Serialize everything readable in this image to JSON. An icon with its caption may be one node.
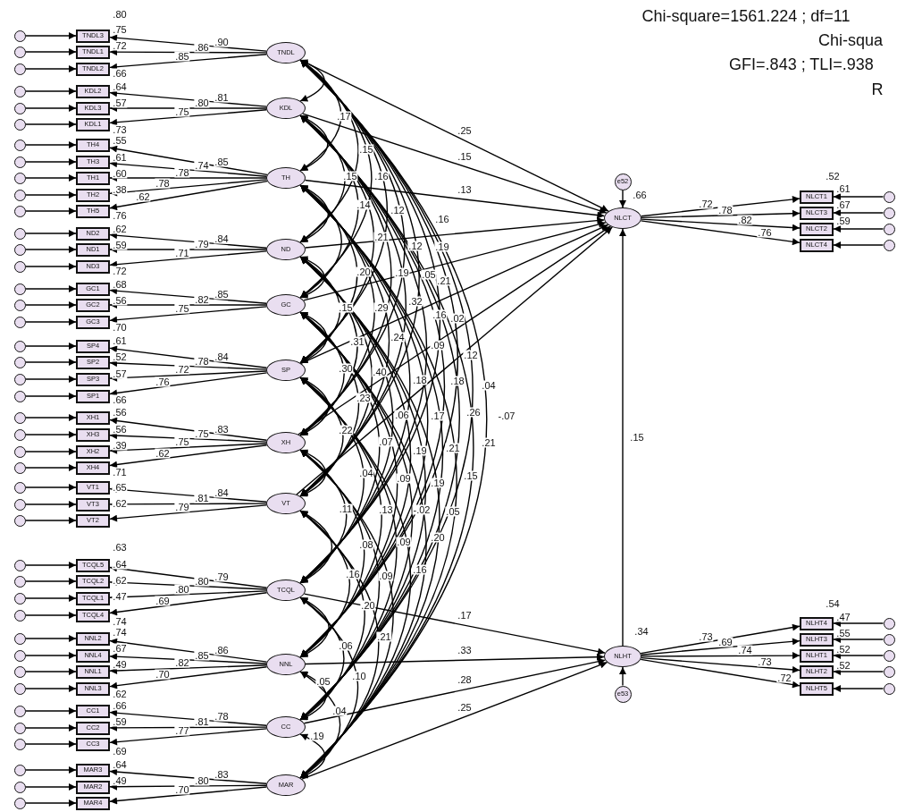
{
  "diagram": {
    "nodes": [
      {
        "text": [],
        "shape": "circle"
      },
      {
        "text": [],
        "shape": "circle"
      },
      {
        "text": [],
        "shape": "circle"
      },
      {
        "text": [],
        "shape": "circle"
      },
      {
        "text": [],
        "shape": "circle"
      },
      {
        "text": [],
        "shape": "circle"
      },
      {
        "text": [],
        "shape": "circle"
      },
      {
        "text": [],
        "shape": "circle"
      },
      {
        "text": [],
        "shape": "circle"
      },
      {
        "text": [],
        "shape": "circle"
      },
      {
        "text": [],
        "shape": "circle"
      },
      {
        "text": [],
        "shape": "circle"
      },
      {
        "text": [],
        "shape": "circle"
      },
      {
        "text": [],
        "shape": "circle"
      },
      {
        "text": [],
        "shape": "circle"
      },
      {
        "text": [],
        "shape": "circle"
      },
      {
        "text": [],
        "shape": "circle"
      },
      {
        "text": [],
        "shape": "circle"
      },
      {
        "text": [],
        "shape": "circle"
      },
      {
        "text": [],
        "shape": "circle"
      },
      {
        "text": [],
        "shape": "circle"
      },
      {
        "text": [],
        "shape": "circle"
      },
      {
        "text": [],
        "shape": "circle"
      },
      {
        "text": [],
        "shape": "circle"
      },
      {
        "text": [],
        "shape": "circle"
      },
      {
        "text": [],
        "shape": "circle"
      },
      {
        "text": [],
        "shape": "circle"
      },
      {
        "text": [],
        "shape": "circle"
      },
      {
        "text": [],
        "shape": "circle"
      },
      {
        "text": [],
        "shape": "circle"
      },
      {
        "text": [],
        "shape": "circle"
      },
      {
        "text": [],
        "shape": "circle"
      },
      {
        "text": [],
        "shape": "circle"
      },
      {
        "text": [],
        "shape": "circle"
      },
      {
        "text": [],
        "shape": "circle"
      },
      {
        "text": [],
        "shape": "circle"
      },
      {
        "text": [],
        "shape": "circle"
      },
      {
        "text": [],
        "shape": "circle"
      },
      {
        "text": [],
        "shape": "circle"
      },
      {
        "text": [],
        "shape": "circle"
      },
      {
        "text": [],
        "shape": "circle"
      },
      {
        "text": [],
        "shape": "circle"
      },
      {
        "text": [
          "TNDL3"
        ]
      },
      {
        "text": [
          "TNDL1"
        ]
      },
      {
        "text": [
          "TNDL2"
        ]
      },
      {
        "text": [
          "KDL2"
        ]
      },
      {
        "text": [
          "KDL3"
        ]
      },
      {
        "text": [
          "KDL1"
        ]
      },
      {
        "text": [
          "TH4"
        ]
      },
      {
        "text": [
          "TH3"
        ]
      },
      {
        "text": [
          "TH1"
        ]
      },
      {
        "text": [
          "TH2"
        ]
      },
      {
        "text": [
          "TH5"
        ]
      },
      {
        "text": [
          "ND2"
        ]
      },
      {
        "text": [
          "ND1"
        ]
      },
      {
        "text": [
          "ND3"
        ]
      },
      {
        "text": [
          "GC1"
        ]
      },
      {
        "text": [
          "GC2"
        ]
      },
      {
        "text": [
          "GC3"
        ]
      },
      {
        "text": [
          "SP4"
        ]
      },
      {
        "text": [
          "SP2"
        ]
      },
      {
        "text": [
          "SP3"
        ]
      },
      {
        "text": [
          "SP1"
        ]
      },
      {
        "text": [
          "XH1"
        ]
      },
      {
        "text": [
          "XH3"
        ]
      },
      {
        "text": [
          "XH2"
        ]
      },
      {
        "text": [
          "XH4"
        ]
      },
      {
        "text": [
          "VT1"
        ]
      },
      {
        "text": [
          "VT3"
        ]
      },
      {
        "text": [
          "VT2"
        ]
      },
      {
        "text": [
          "TCQL5"
        ]
      },
      {
        "text": [
          "TCQL2"
        ]
      },
      {
        "text": [
          "TCQL1"
        ]
      },
      {
        "text": [
          "TCQL4"
        ]
      },
      {
        "text": [
          "NNL2"
        ]
      },
      {
        "text": [
          "NNL4"
        ]
      },
      {
        "text": [
          "NNL1"
        ]
      },
      {
        "text": [
          "NNL3"
        ]
      },
      {
        "text": [
          "CC1"
        ]
      },
      {
        "text": [
          "CC2"
        ]
      },
      {
        "text": [
          "CC3"
        ]
      },
      {
        "text": [
          "MAR3"
        ]
      },
      {
        "text": [
          "MAR2"
        ]
      },
      {
        "text": [
          "MAR4"
        ]
      },
      {
        "text": [
          "TNDL"
        ]
      },
      {
        "text": [
          "KDL"
        ]
      },
      {
        "text": [
          "TH"
        ]
      },
      {
        "text": [
          "ND"
        ]
      },
      {
        "text": [
          "GC"
        ]
      },
      {
        "text": [
          "SP"
        ]
      },
      {
        "text": [
          "XH"
        ]
      },
      {
        "text": [
          "VT"
        ]
      },
      {
        "text": [
          "TCQL"
        ]
      },
      {
        "text": [
          "NNL"
        ]
      },
      {
        "text": [
          "CC"
        ]
      },
      {
        "text": [
          "MAR"
        ]
      },
      {
        "text": [
          "NLCT"
        ]
      },
      {
        "text": [
          "NLHT"
        ]
      },
      {
        "text": [
          "e52"
        ]
      },
      {
        "text": [
          "e53"
        ]
      },
      {
        "text": [
          "NLCT1"
        ]
      },
      {
        "text": [
          "NLCT3"
        ]
      },
      {
        "text": [
          "NLCT2"
        ]
      },
      {
        "text": [
          "NLCT4"
        ]
      },
      {
        "text": [
          "NLHT4"
        ]
      },
      {
        "text": [
          "NLHT3"
        ]
      },
      {
        "text": [
          "NLHT1"
        ]
      },
      {
        "text": [
          "NLHT2"
        ]
      },
      {
        "text": [
          "NLHT5"
        ]
      },
      {
        "text": [],
        "shape": "circle"
      },
      {
        "text": [],
        "shape": "circle"
      },
      {
        "text": [],
        "shape": "circle"
      },
      {
        "text": [],
        "shape": "circle"
      },
      {
        "text": [],
        "shape": "circle"
      },
      {
        "text": [],
        "shape": "circle"
      },
      {
        "text": [],
        "shape": "circle"
      },
      {
        "text": [],
        "shape": "circle"
      },
      {
        "text": [],
        "shape": "circle"
      }
    ],
    "edges": [
      {
        "from": 0,
        "to": 42,
        "arrow": "to"
      },
      {
        "from": 1,
        "to": 43,
        "arrow": "to"
      },
      {
        "from": 2,
        "to": 44,
        "arrow": "to"
      },
      {
        "from": 3,
        "to": 45,
        "arrow": "to"
      },
      {
        "from": 4,
        "to": 46,
        "arrow": "to"
      },
      {
        "from": 5,
        "to": 47,
        "arrow": "to"
      },
      {
        "from": 6,
        "to": 48,
        "arrow": "to"
      },
      {
        "from": 7,
        "to": 49,
        "arrow": "to"
      },
      {
        "from": 8,
        "to": 50,
        "arrow": "to"
      },
      {
        "from": 9,
        "to": 51,
        "arrow": "to"
      },
      {
        "from": 10,
        "to": 52,
        "arrow": "to"
      },
      {
        "from": 11,
        "to": 53,
        "arrow": "to"
      },
      {
        "from": 12,
        "to": 54,
        "arrow": "to"
      },
      {
        "from": 13,
        "to": 55,
        "arrow": "to"
      },
      {
        "from": 14,
        "to": 56,
        "arrow": "to"
      },
      {
        "from": 15,
        "to": 57,
        "arrow": "to"
      },
      {
        "from": 16,
        "to": 58,
        "arrow": "to"
      },
      {
        "from": 17,
        "to": 59,
        "arrow": "to"
      },
      {
        "from": 18,
        "to": 60,
        "arrow": "to"
      },
      {
        "from": 19,
        "to": 61,
        "arrow": "to"
      },
      {
        "from": 20,
        "to": 62,
        "arrow": "to"
      },
      {
        "from": 21,
        "to": 63,
        "arrow": "to"
      },
      {
        "from": 22,
        "to": 64,
        "arrow": "to"
      },
      {
        "from": 23,
        "to": 65,
        "arrow": "to"
      },
      {
        "from": 24,
        "to": 66,
        "arrow": "to"
      },
      {
        "from": 25,
        "to": 67,
        "arrow": "to"
      },
      {
        "from": 26,
        "to": 68,
        "arrow": "to"
      },
      {
        "from": 27,
        "to": 69,
        "arrow": "to"
      },
      {
        "from": 28,
        "to": 70,
        "arrow": "to"
      },
      {
        "from": 29,
        "to": 71,
        "arrow": "to"
      },
      {
        "from": 30,
        "to": 72,
        "arrow": "to"
      },
      {
        "from": 31,
        "to": 73,
        "arrow": "to"
      },
      {
        "from": 32,
        "to": 74,
        "arrow": "to"
      },
      {
        "from": 33,
        "to": 75,
        "arrow": "to"
      },
      {
        "from": 34,
        "to": 76,
        "arrow": "to"
      },
      {
        "from": 35,
        "to": 77,
        "arrow": "to"
      },
      {
        "from": 36,
        "to": 78,
        "arrow": "to"
      },
      {
        "from": 37,
        "to": 79,
        "arrow": "to"
      },
      {
        "from": 38,
        "to": 80,
        "arrow": "to"
      },
      {
        "from": 39,
        "to": 81,
        "arrow": "to"
      },
      {
        "from": 40,
        "to": 82,
        "arrow": "to"
      },
      {
        "from": 41,
        "to": 83,
        "arrow": "to"
      },
      {
        "from": 84,
        "to": 42,
        "arrow": "to",
        "label": ".90"
      },
      {
        "from": 84,
        "to": 43,
        "arrow": "to",
        "label": ".86"
      },
      {
        "from": 84,
        "to": 44,
        "arrow": "to",
        "label": ".85"
      },
      {
        "from": 85,
        "to": 45,
        "arrow": "to",
        "label": ".81"
      },
      {
        "from": 85,
        "to": 46,
        "arrow": "to",
        "label": ".80"
      },
      {
        "from": 85,
        "to": 47,
        "arrow": "to",
        "label": ".75"
      },
      {
        "from": 86,
        "to": 48,
        "arrow": "to",
        "label": ".85"
      },
      {
        "from": 86,
        "to": 49,
        "arrow": "to",
        "label": ".74"
      },
      {
        "from": 86,
        "to": 50,
        "arrow": "to",
        "label": ".78"
      },
      {
        "from": 86,
        "to": 51,
        "arrow": "to",
        "label": ".78"
      },
      {
        "from": 86,
        "to": 52,
        "arrow": "to",
        "label": ".62"
      },
      {
        "from": 87,
        "to": 53,
        "arrow": "to",
        "label": ".84"
      },
      {
        "from": 87,
        "to": 54,
        "arrow": "to",
        "label": ".79"
      },
      {
        "from": 87,
        "to": 55,
        "arrow": "to",
        "label": ".71"
      },
      {
        "from": 88,
        "to": 56,
        "arrow": "to",
        "label": ".85"
      },
      {
        "from": 88,
        "to": 57,
        "arrow": "to",
        "label": ".82"
      },
      {
        "from": 88,
        "to": 58,
        "arrow": "to",
        "label": ".75"
      },
      {
        "from": 89,
        "to": 59,
        "arrow": "to",
        "label": ".84"
      },
      {
        "from": 89,
        "to": 60,
        "arrow": "to",
        "label": ".78"
      },
      {
        "from": 89,
        "to": 61,
        "arrow": "to",
        "label": ".72"
      },
      {
        "from": 89,
        "to": 62,
        "arrow": "to",
        "label": ".76"
      },
      {
        "from": 90,
        "to": 63,
        "arrow": "to",
        "label": ".83"
      },
      {
        "from": 90,
        "to": 64,
        "arrow": "to",
        "label": ".75"
      },
      {
        "from": 90,
        "to": 65,
        "arrow": "to",
        "label": ".75"
      },
      {
        "from": 90,
        "to": 66,
        "arrow": "to",
        "label": ".62"
      },
      {
        "from": 91,
        "to": 67,
        "arrow": "to",
        "label": ".84"
      },
      {
        "from": 91,
        "to": 68,
        "arrow": "to",
        "label": ".81"
      },
      {
        "from": 91,
        "to": 69,
        "arrow": "to",
        "label": ".79"
      },
      {
        "from": 92,
        "to": 70,
        "arrow": "to",
        "label": ".79"
      },
      {
        "from": 92,
        "to": 71,
        "arrow": "to",
        "label": ".80"
      },
      {
        "from": 92,
        "to": 72,
        "arrow": "to",
        "label": ".80"
      },
      {
        "from": 92,
        "to": 73,
        "arrow": "to",
        "label": ".69"
      },
      {
        "from": 93,
        "to": 74,
        "arrow": "to",
        "label": ".86"
      },
      {
        "from": 93,
        "to": 75,
        "arrow": "to",
        "label": ".85"
      },
      {
        "from": 93,
        "to": 76,
        "arrow": "to",
        "label": ".82"
      },
      {
        "from": 93,
        "to": 77,
        "arrow": "to",
        "label": ".70"
      },
      {
        "from": 94,
        "to": 78,
        "arrow": "to",
        "label": ".78"
      },
      {
        "from": 94,
        "to": 79,
        "arrow": "to",
        "label": ".81"
      },
      {
        "from": 94,
        "to": 80,
        "arrow": "to",
        "label": ".77"
      },
      {
        "from": 95,
        "to": 81,
        "arrow": "to",
        "label": ".83"
      },
      {
        "from": 95,
        "to": 82,
        "arrow": "to",
        "label": ".80"
      },
      {
        "from": 95,
        "to": 83,
        "arrow": "to",
        "label": ".70"
      },
      {
        "from": 84,
        "to": 85,
        "arrow": "both"
      },
      {
        "from": 84,
        "to": 86,
        "arrow": "both"
      },
      {
        "from": 84,
        "to": 87,
        "arrow": "both"
      },
      {
        "from": 84,
        "to": 88,
        "arrow": "both"
      },
      {
        "from": 84,
        "to": 89,
        "arrow": "both"
      },
      {
        "from": 84,
        "to": 90,
        "arrow": "both"
      },
      {
        "from": 84,
        "to": 91,
        "arrow": "both"
      },
      {
        "from": 84,
        "to": 92,
        "arrow": "both"
      },
      {
        "from": 84,
        "to": 93,
        "arrow": "both"
      },
      {
        "from": 84,
        "to": 94,
        "arrow": "both"
      },
      {
        "from": 84,
        "to": 95,
        "arrow": "both"
      },
      {
        "from": 85,
        "to": 86,
        "arrow": "both"
      },
      {
        "from": 85,
        "to": 87,
        "arrow": "both"
      },
      {
        "from": 85,
        "to": 88,
        "arrow": "both"
      },
      {
        "from": 85,
        "to": 89,
        "arrow": "both"
      },
      {
        "from": 85,
        "to": 90,
        "arrow": "both"
      },
      {
        "from": 85,
        "to": 91,
        "arrow": "both"
      },
      {
        "from": 85,
        "to": 92,
        "arrow": "both"
      },
      {
        "from": 85,
        "to": 93,
        "arrow": "both"
      },
      {
        "from": 85,
        "to": 94,
        "arrow": "both"
      },
      {
        "from": 85,
        "to": 95,
        "arrow": "both"
      },
      {
        "from": 86,
        "to": 87,
        "arrow": "both"
      },
      {
        "from": 86,
        "to": 88,
        "arrow": "both"
      },
      {
        "from": 86,
        "to": 89,
        "arrow": "both"
      },
      {
        "from": 86,
        "to": 90,
        "arrow": "both"
      },
      {
        "from": 86,
        "to": 91,
        "arrow": "both"
      },
      {
        "from": 86,
        "to": 92,
        "arrow": "both"
      },
      {
        "from": 86,
        "to": 93,
        "arrow": "both"
      },
      {
        "from": 86,
        "to": 94,
        "arrow": "both"
      },
      {
        "from": 86,
        "to": 95,
        "arrow": "both"
      },
      {
        "from": 87,
        "to": 88,
        "arrow": "both"
      },
      {
        "from": 87,
        "to": 89,
        "arrow": "both"
      },
      {
        "from": 87,
        "to": 90,
        "arrow": "both"
      },
      {
        "from": 87,
        "to": 91,
        "arrow": "both"
      },
      {
        "from": 87,
        "to": 92,
        "arrow": "both"
      },
      {
        "from": 87,
        "to": 93,
        "arrow": "both"
      },
      {
        "from": 87,
        "to": 94,
        "arrow": "both"
      },
      {
        "from": 87,
        "to": 95,
        "arrow": "both"
      },
      {
        "from": 88,
        "to": 89,
        "arrow": "both"
      },
      {
        "from": 88,
        "to": 90,
        "arrow": "both"
      },
      {
        "from": 88,
        "to": 91,
        "arrow": "both"
      },
      {
        "from": 88,
        "to": 92,
        "arrow": "both"
      },
      {
        "from": 88,
        "to": 93,
        "arrow": "both"
      },
      {
        "from": 88,
        "to": 94,
        "arrow": "both"
      },
      {
        "from": 88,
        "to": 95,
        "arrow": "both"
      },
      {
        "from": 89,
        "to": 90,
        "arrow": "both"
      },
      {
        "from": 89,
        "to": 91,
        "arrow": "both"
      },
      {
        "from": 89,
        "to": 92,
        "arrow": "both"
      },
      {
        "from": 89,
        "to": 93,
        "arrow": "both"
      },
      {
        "from": 89,
        "to": 94,
        "arrow": "both"
      },
      {
        "from": 89,
        "to": 95,
        "arrow": "both"
      },
      {
        "from": 90,
        "to": 91,
        "arrow": "both"
      },
      {
        "from": 90,
        "to": 92,
        "arrow": "both"
      },
      {
        "from": 90,
        "to": 93,
        "arrow": "both"
      },
      {
        "from": 90,
        "to": 94,
        "arrow": "both"
      },
      {
        "from": 90,
        "to": 95,
        "arrow": "both"
      },
      {
        "from": 91,
        "to": 92,
        "arrow": "both"
      },
      {
        "from": 91,
        "to": 93,
        "arrow": "both"
      },
      {
        "from": 91,
        "to": 94,
        "arrow": "both"
      },
      {
        "from": 91,
        "to": 95,
        "arrow": "both"
      },
      {
        "from": 92,
        "to": 93,
        "arrow": "both"
      },
      {
        "from": 92,
        "to": 94,
        "arrow": "both"
      },
      {
        "from": 92,
        "to": 95,
        "arrow": "both"
      },
      {
        "from": 93,
        "to": 94,
        "arrow": "both"
      },
      {
        "from": 93,
        "to": 95,
        "arrow": "both"
      },
      {
        "from": 94,
        "to": 95,
        "arrow": "both"
      },
      {
        "from": 84,
        "to": 96,
        "arrow": "to",
        "label": ".25"
      },
      {
        "from": 85,
        "to": 96,
        "arrow": "to",
        "label": ".15"
      },
      {
        "from": 86,
        "to": 96,
        "arrow": "to",
        "label": ".13"
      },
      {
        "from": 87,
        "to": 96,
        "arrow": "to"
      },
      {
        "from": 88,
        "to": 96,
        "arrow": "to"
      },
      {
        "from": 89,
        "to": 96,
        "arrow": "to"
      },
      {
        "from": 90,
        "to": 96,
        "arrow": "to"
      },
      {
        "from": 91,
        "to": 96,
        "arrow": "to"
      },
      {
        "from": 92,
        "to": 97,
        "arrow": "to",
        "label": ".17"
      },
      {
        "from": 93,
        "to": 97,
        "arrow": "to",
        "label": ".33"
      },
      {
        "from": 94,
        "to": 97,
        "arrow": "to",
        "label": ".28"
      },
      {
        "from": 95,
        "to": 97,
        "arrow": "to",
        "label": ".25"
      },
      {
        "from": 97,
        "to": 96,
        "arrow": "to",
        "label": ".15"
      },
      {
        "from": 98,
        "to": 96,
        "arrow": "to"
      },
      {
        "from": 99,
        "to": 97,
        "arrow": "to"
      },
      {
        "from": 96,
        "to": 100,
        "arrow": "to",
        "label": ".72"
      },
      {
        "from": 96,
        "to": 101,
        "arrow": "to",
        "label": ".78"
      },
      {
        "from": 96,
        "to": 102,
        "arrow": "to",
        "label": ".82"
      },
      {
        "from": 96,
        "to": 103,
        "arrow": "to",
        "label": ".76"
      },
      {
        "from": 97,
        "to": 104,
        "arrow": "to",
        "label": ".73"
      },
      {
        "from": 97,
        "to": 105,
        "arrow": "to",
        "label": ".69"
      },
      {
        "from": 97,
        "to": 106,
        "arrow": "to",
        "label": ".74"
      },
      {
        "from": 97,
        "to": 107,
        "arrow": "to",
        "label": ".73"
      },
      {
        "from": 97,
        "to": 108,
        "arrow": "to",
        "label": ".72"
      },
      {
        "from": 109,
        "to": 100,
        "arrow": "to"
      },
      {
        "from": 110,
        "to": 101,
        "arrow": "to"
      },
      {
        "from": 111,
        "to": 102,
        "arrow": "to"
      },
      {
        "from": 112,
        "to": 103,
        "arrow": "to"
      },
      {
        "from": 113,
        "to": 104,
        "arrow": "to"
      },
      {
        "from": 114,
        "to": 105,
        "arrow": "to"
      },
      {
        "from": 115,
        "to": 106,
        "arrow": "to"
      },
      {
        "from": 116,
        "to": 107,
        "arrow": "to"
      },
      {
        "from": 117,
        "to": 108,
        "arrow": "to"
      }
    ],
    "labels": [
      "Chi-square=1561.224 ; df=11",
      "Chi-squa",
      "GFI=.843 ; TLI=.938",
      "R",
      ".80",
      ".75",
      ".72",
      ".66",
      ".64",
      ".57",
      ".73",
      ".55",
      ".61",
      ".60",
      ".38",
      ".76",
      ".62",
      ".59",
      ".72",
      ".68",
      ".56",
      ".70",
      ".61",
      ".52",
      ".57",
      ".66",
      ".56",
      ".56",
      ".39",
      ".71",
      ".65",
      ".62",
      ".63",
      ".64",
      ".62",
      ".47",
      ".74",
      ".74",
      ".67",
      ".49",
      ".62",
      ".66",
      ".59",
      ".69",
      ".64",
      ".49",
      ".17",
      ".15",
      ".15",
      ".16",
      ".14",
      ".12",
      ".16",
      ".21",
      ".12",
      ".19",
      ".20",
      ".19",
      ".05",
      ".21",
      ".15",
      ".29",
      ".32",
      ".16",
      ".02",
      ".31",
      ".24",
      ".09",
      ".12",
      ".30",
      ".40",
      ".18",
      ".18",
      ".04",
      ".23",
      ".06",
      ".17",
      ".26",
      "-.07",
      ".22",
      ".07",
      ".19",
      ".21",
      ".21",
      ".04",
      ".09",
      ".19",
      ".15",
      ".11",
      ".13",
      "-.02",
      ".05",
      ".08",
      ".09",
      ".20",
      ".16",
      ".09",
      ".16",
      ".20",
      ".21",
      ".06",
      ".05",
      ".10",
      ".04",
      ".19",
      ".66",
      ".34",
      ".52",
      ".61",
      ".67",
      ".59",
      ".54",
      ".47",
      ".55",
      ".52",
      ".52"
    ]
  }
}
